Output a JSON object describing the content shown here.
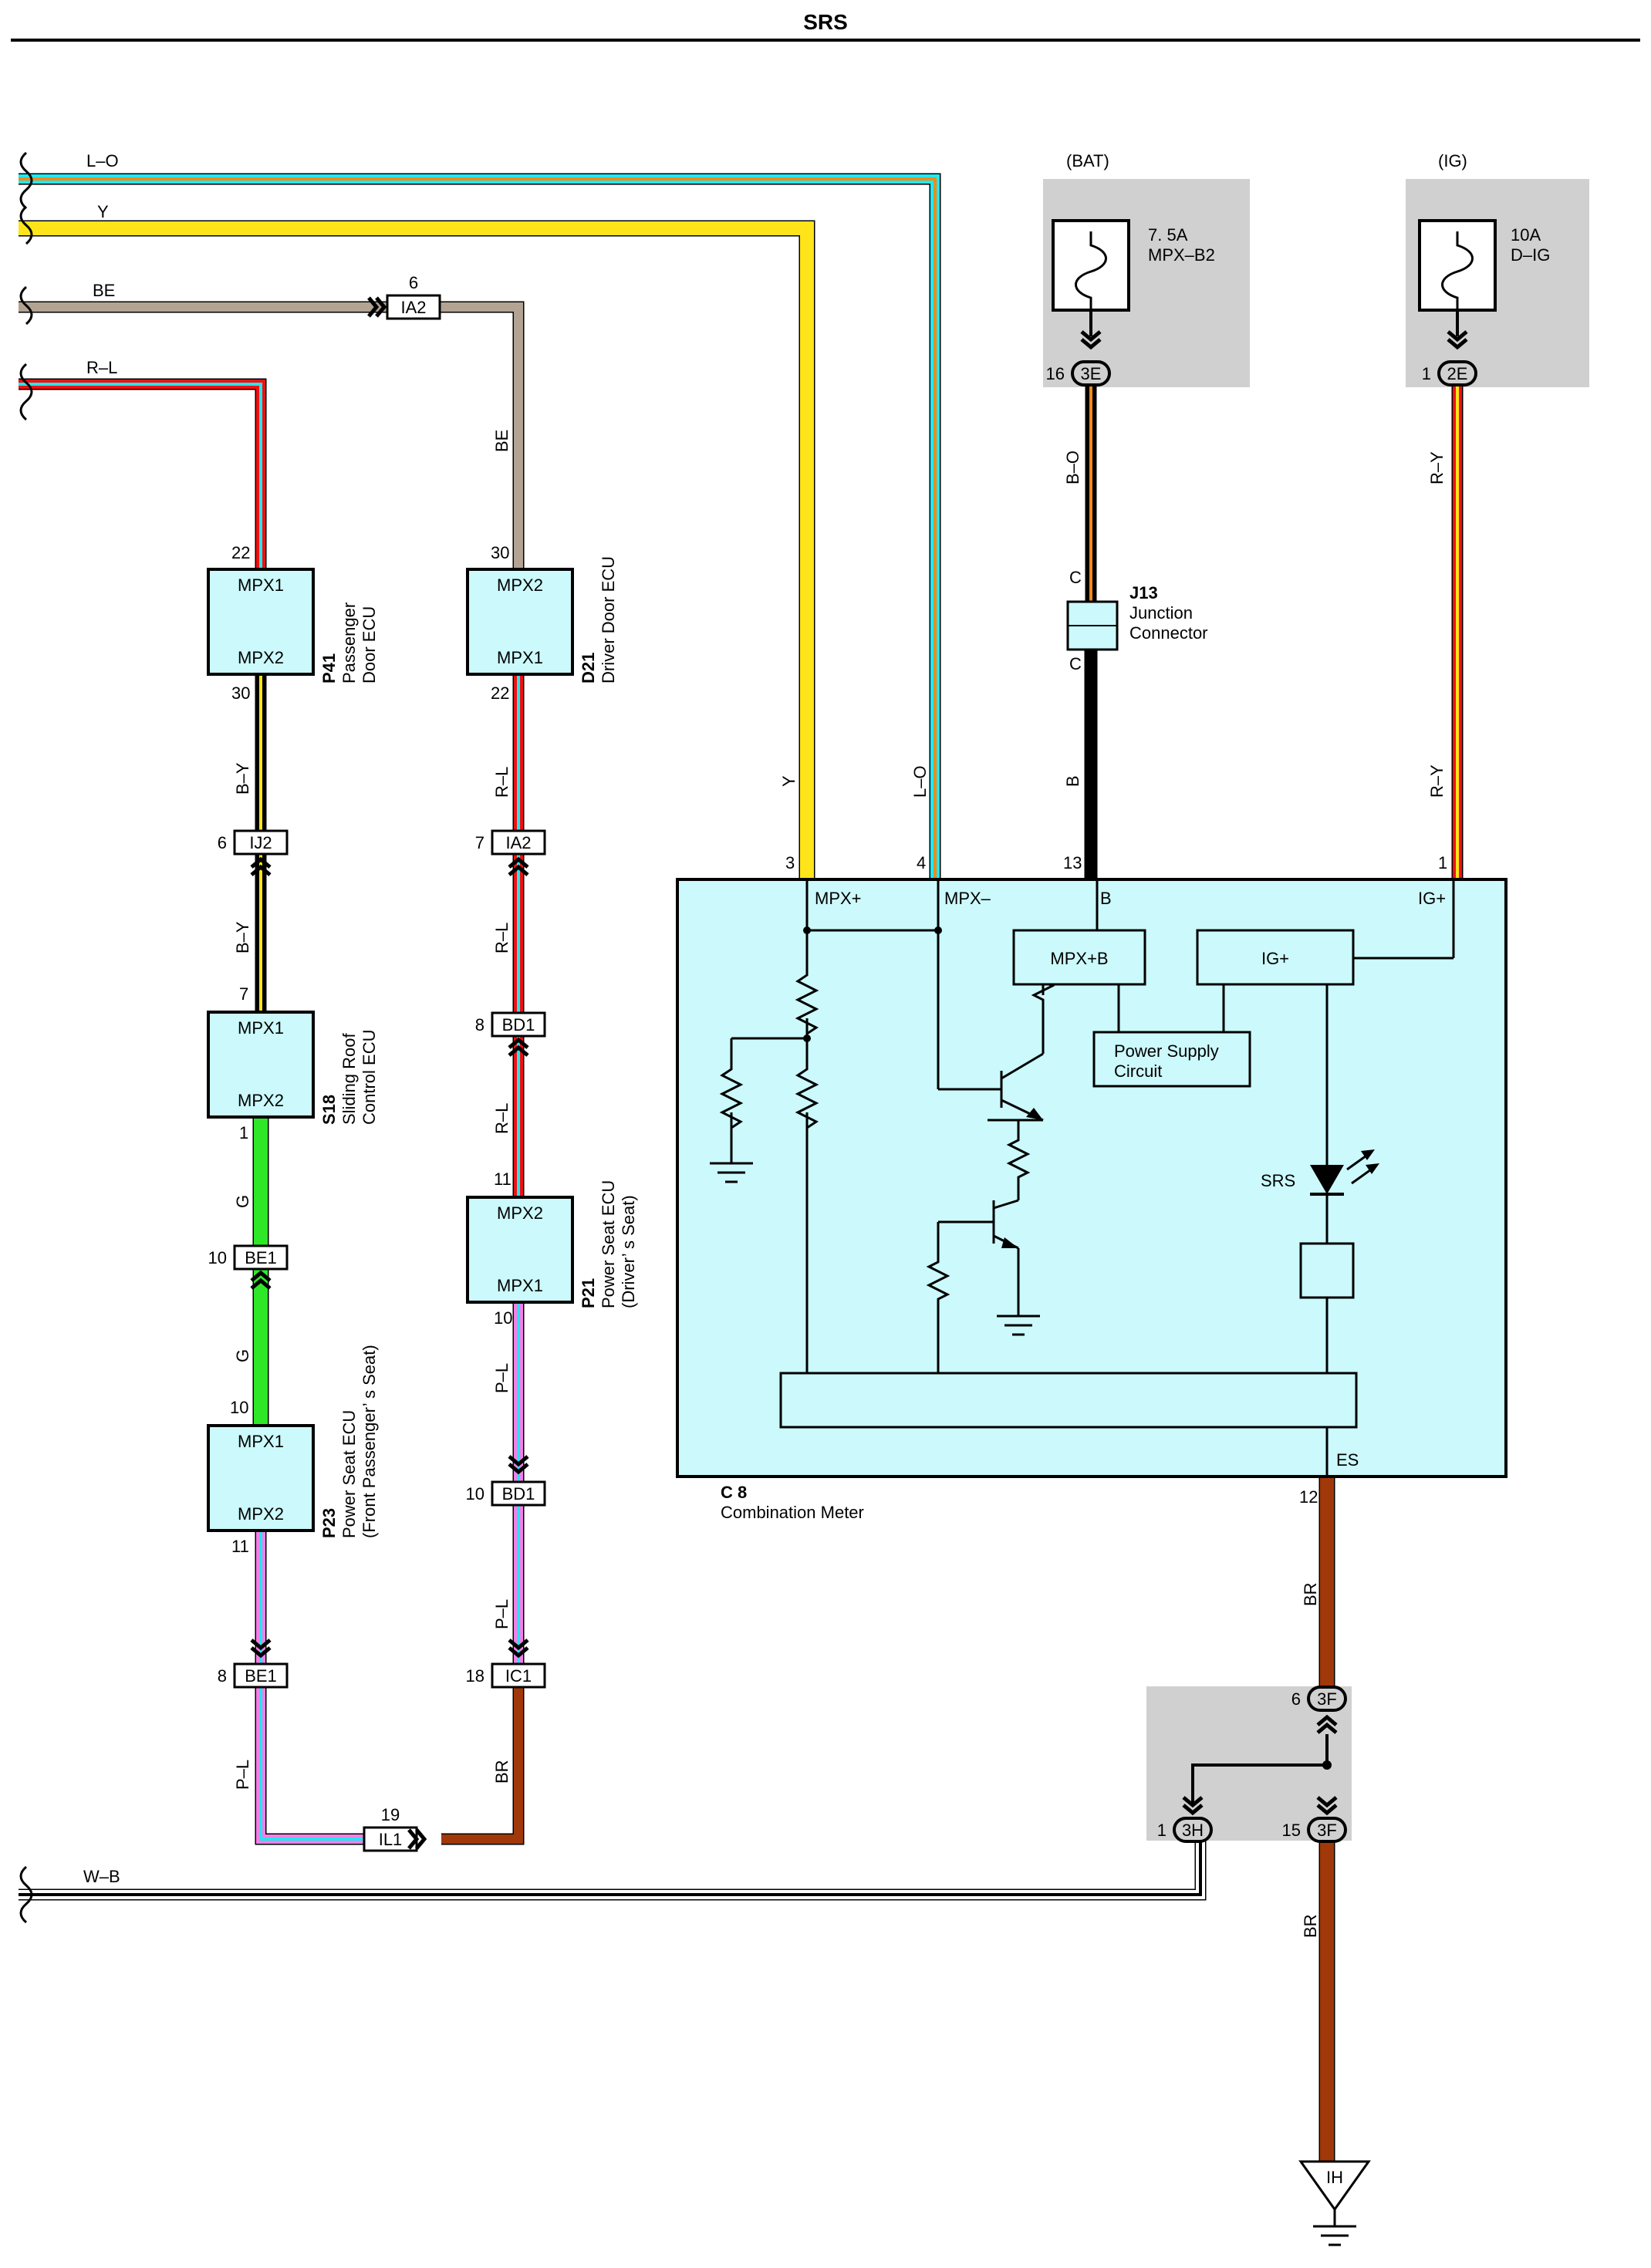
{
  "title": "SRS",
  "colors": {
    "L": "#20e8f0",
    "O": "#f08a1a",
    "Y": "#ffe41a",
    "BE": "#b3a392",
    "R": "#ee1111",
    "G": "#2ee828",
    "P": "#f47ee8",
    "BR": "#a0380a",
    "B": "#000000",
    "W": "#ffffff",
    "ecu_fill": "#ccf9fb",
    "panel_fill": "#d0d0d0"
  },
  "wires": {
    "lo_top": "L–O",
    "y_top": "Y",
    "be_top": "BE",
    "rl_top": "R–L",
    "wb_bottom": "W–B",
    "be_vert": "BE",
    "by_1": "B–Y",
    "by_2": "B–Y",
    "g_1": "G",
    "g_2": "G",
    "pl_left": "P–L",
    "rl_1": "R–L",
    "rl_2": "R–L",
    "rl_3": "R–L",
    "pl_1": "P–L",
    "pl_2": "P–L",
    "br_left": "BR",
    "y_vert": "Y",
    "lo_vert": "L–O",
    "bo": "B–O",
    "b": "B",
    "ry_1": "R–Y",
    "ry_2": "R–Y",
    "br_1": "BR",
    "br_2": "BR"
  },
  "power": {
    "bat": {
      "label": "(BAT)",
      "rating": "7. 5A",
      "name": "MPX–B2",
      "pin": "16",
      "connector": "3E"
    },
    "ig": {
      "label": "(IG)",
      "rating": "10A",
      "name": "D–IG",
      "pin": "1",
      "connector": "2E"
    }
  },
  "junction": {
    "code": "J13",
    "line1": "Junction",
    "line2": "Connector",
    "pin_top": "C",
    "pin_bottom": "C"
  },
  "connectors": {
    "ia2_top": {
      "label": "IA2",
      "pin": "6"
    },
    "ij2": {
      "label": "IJ2",
      "pin": "6"
    },
    "ia2_mid": {
      "label": "IA2",
      "pin": "7"
    },
    "bd1_top": {
      "label": "BD1",
      "pin": "8"
    },
    "be1_top": {
      "label": "BE1",
      "pin": "10"
    },
    "bd1_bot": {
      "label": "BD1",
      "pin": "10"
    },
    "be1_bot": {
      "label": "BE1",
      "pin": "8"
    },
    "ic1": {
      "label": "IC1",
      "pin": "18"
    },
    "il1": {
      "label": "IL1",
      "pin": "19"
    },
    "f3_top": {
      "label": "3F",
      "pin": "6"
    },
    "h3": {
      "label": "3H",
      "pin": "1"
    },
    "f3_bot": {
      "label": "3F",
      "pin": "15"
    }
  },
  "ecus": {
    "p41": {
      "code": "P41",
      "line1": "Passenger",
      "line2": "Door ECU",
      "port_top": "MPX1",
      "port_bottom": "MPX2",
      "pin_top": "22",
      "pin_bottom": "30"
    },
    "d21": {
      "code": "D21",
      "line1": "Driver Door ECU",
      "port_top": "MPX2",
      "port_bottom": "MPX1",
      "pin_top": "30",
      "pin_bottom": "22"
    },
    "s18": {
      "code": "S18",
      "line1": "Sliding Roof",
      "line2": "Control ECU",
      "port_top": "MPX1",
      "port_bottom": "MPX2",
      "pin_top": "7",
      "pin_bottom": "1"
    },
    "p21": {
      "code": "P21",
      "line1": "Power Seat ECU",
      "line2": "(Driver’ s Seat)",
      "port_top": "MPX2",
      "port_bottom": "MPX1",
      "pin_top": "11",
      "pin_bottom": "10"
    },
    "p23": {
      "code": "P23",
      "line1": "Power Seat ECU",
      "line2": "(Front Passenger’ s Seat)",
      "port_top": "MPX1",
      "port_bottom": "MPX2",
      "pin_top": "10",
      "pin_bottom": "11"
    }
  },
  "meter": {
    "code": "C 8",
    "name": "Combination Meter",
    "pins": {
      "mpx_plus": "3",
      "mpx_minus": "4",
      "b": "13",
      "ig": "1",
      "es": "12"
    },
    "ports": {
      "mpx_plus": "MPX+",
      "mpx_minus": "MPX–",
      "b": "B",
      "ig": "IG+",
      "es": "ES"
    },
    "blocks": {
      "mpxb": "MPX+B",
      "igp": "IG+",
      "ps1": "Power Supply",
      "ps2": "Circuit"
    },
    "srs_lamp": "SRS"
  },
  "ground": {
    "label": "IH"
  }
}
